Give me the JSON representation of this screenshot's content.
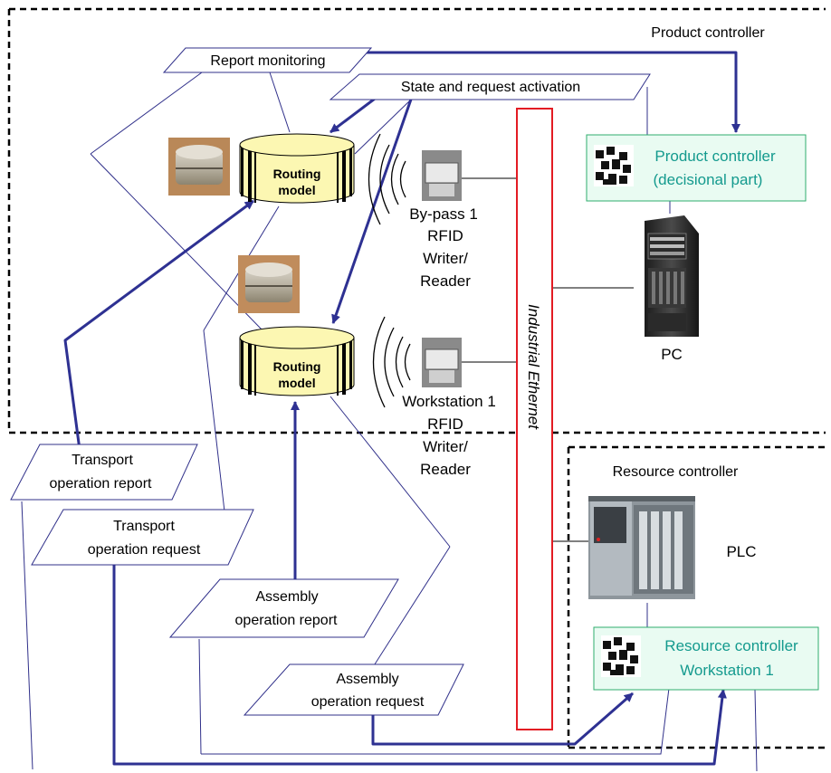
{
  "regions": {
    "product_controller": "Product controller",
    "resource_controller": "Resource controller"
  },
  "parallelograms": {
    "report_monitoring": "Report monitoring",
    "state_request": "State and request activation",
    "transport_report": [
      "Transport",
      "operation report"
    ],
    "transport_request": [
      "Transport",
      "operation request"
    ],
    "assembly_report": [
      "Assembly",
      "operation report"
    ],
    "assembly_request": [
      "Assembly",
      "operation request"
    ]
  },
  "routing_model": [
    "Routing",
    "model"
  ],
  "readers": {
    "bypass": [
      "By-pass 1",
      "RFID",
      "Writer/",
      "Reader"
    ],
    "workstation": [
      "Workstation 1",
      "RFID",
      "Writer/",
      "Reader"
    ]
  },
  "network": "Industrial Ethernet",
  "boxes": {
    "product_ctrl": [
      "Product controller",
      "(decisional part)"
    ],
    "resource_ctrl": [
      "Resource controller",
      "Workstation 1"
    ]
  },
  "devices": {
    "pc": "PC",
    "plc": "PLC"
  },
  "colors": {
    "arrow": "#2e3192",
    "thin_line": "#30308a",
    "ethernet": "#e31b23",
    "box_fill": "#e9fbf2",
    "box_stroke": "#2fae6e",
    "box_text": "#149a8e",
    "cylinder_fill": "#fcf7b2"
  },
  "icons": [
    "tag-token-icon",
    "rfid-reader-icon",
    "server-tower-icon",
    "plc-rack-icon",
    "agent-puzzle-icon",
    "wireless-waves-icon"
  ]
}
